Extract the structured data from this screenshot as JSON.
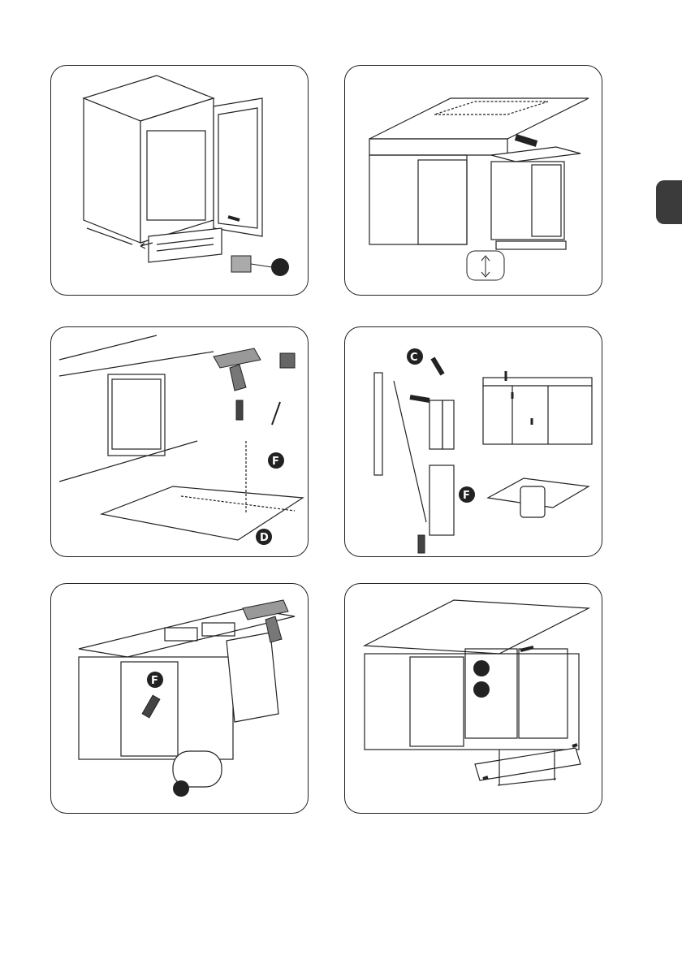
{
  "page": {
    "side_tab_color": "#3b3b3b",
    "line_color": "#222222"
  },
  "panels": [
    {
      "id": 1,
      "subject": "remove-kickplate-and-spacer",
      "callouts": [
        ""
      ]
    },
    {
      "id": 2,
      "subject": "push-appliance-into-niche",
      "callouts": []
    },
    {
      "id": 3,
      "subject": "drill-and-fix-bracket",
      "callouts": [
        "F",
        "D"
      ]
    },
    {
      "id": 4,
      "subject": "adjust-door-hinges",
      "callouts": [
        "C",
        "F"
      ]
    },
    {
      "id": 5,
      "subject": "fix-door-slide",
      "callouts": [
        "F",
        ""
      ]
    },
    {
      "id": 6,
      "subject": "fit-kickplate-and-door-trim",
      "callouts": [
        "",
        ""
      ]
    }
  ],
  "icons": [
    "drill-icon",
    "tape-measure-icon",
    "screwdriver-icon",
    "pencil-icon",
    "wrench-icon",
    "arrow-icon"
  ]
}
